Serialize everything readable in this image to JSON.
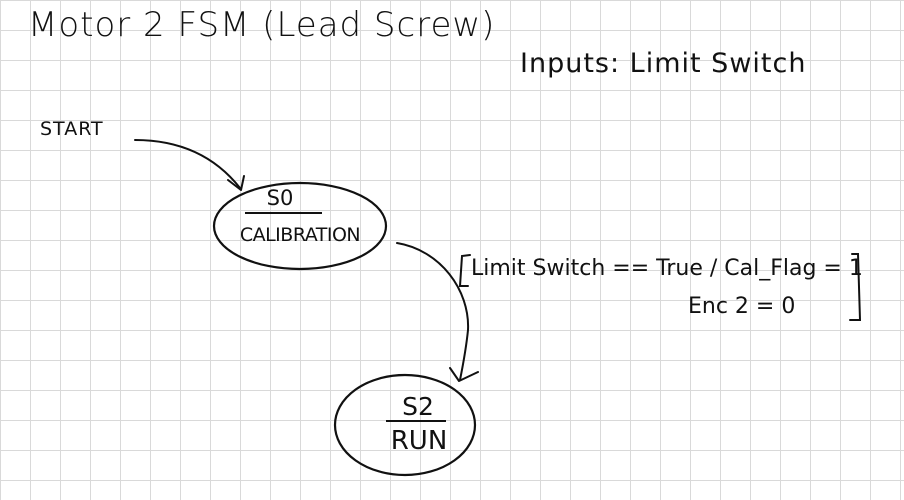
{
  "title": "Motor 2 FSM (Lead Screw)",
  "inputs": "Inputs: Limit Switch",
  "start_label": "START",
  "states": [
    {
      "id": "S0",
      "name": "CALIBRATION"
    },
    {
      "id": "S2",
      "name": "RUN"
    }
  ],
  "transition": {
    "condition": "Limit Switch == True / Cal_Flag = 1",
    "action": "Enc 2 = 0"
  }
}
